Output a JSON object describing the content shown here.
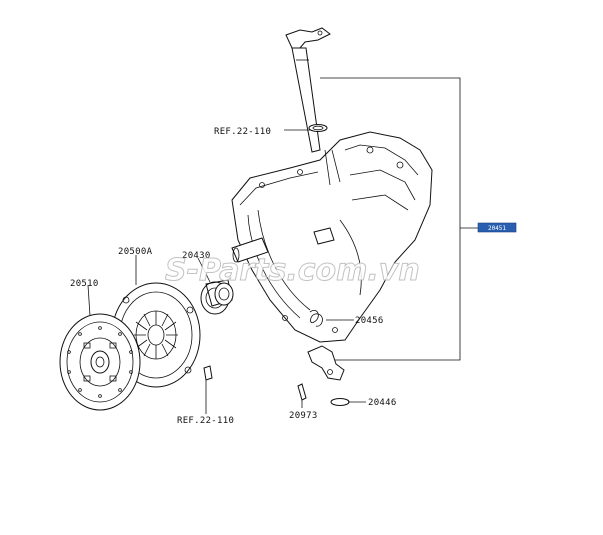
{
  "diagram": {
    "watermark": "S-Parts.com.vn",
    "badge": "20451",
    "labels": {
      "ref_top": "REF.22-110",
      "p20500A": "20500A",
      "p20430": "20430",
      "p20510": "20510",
      "p20456": "20456",
      "p20446": "20446",
      "p20973": "20973",
      "ref_bottom": "REF.22-110"
    }
  }
}
